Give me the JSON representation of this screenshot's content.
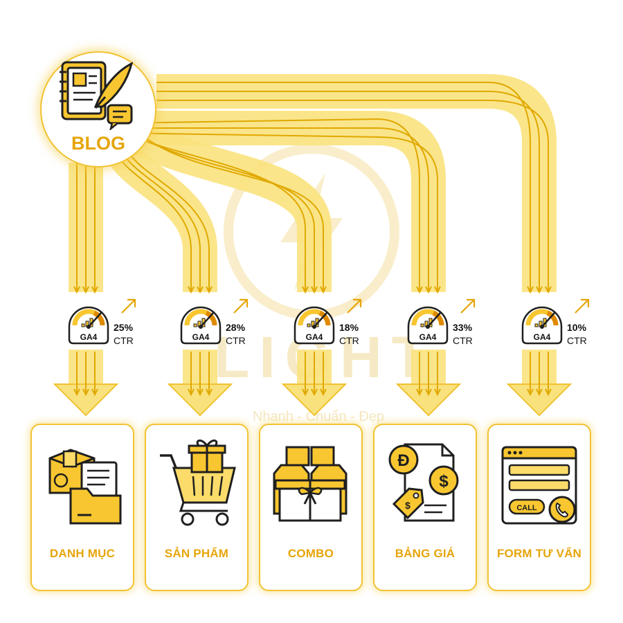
{
  "source": {
    "label": "BLOG",
    "icon": "blog-notebook-quill-icon"
  },
  "metrics": [
    {
      "badge": "GA4",
      "percent": "25%",
      "metric_label": "CTR",
      "icon": "ga4-gauge-icon"
    },
    {
      "badge": "GA4",
      "percent": "28%",
      "metric_label": "CTR",
      "icon": "ga4-gauge-icon"
    },
    {
      "badge": "GA4",
      "percent": "18%",
      "metric_label": "CTR",
      "icon": "ga4-gauge-icon"
    },
    {
      "badge": "GA4",
      "percent": "33%",
      "metric_label": "CTR",
      "icon": "ga4-gauge-icon"
    },
    {
      "badge": "GA4",
      "percent": "10%",
      "metric_label": "CTR",
      "icon": "ga4-gauge-icon"
    }
  ],
  "targets": [
    {
      "label": "DANH MỤC",
      "icon": "category-box-folder-icon"
    },
    {
      "label": "SẢN PHẨM",
      "icon": "shopping-cart-gift-icon"
    },
    {
      "label": "COMBO",
      "icon": "combo-gift-box-icon"
    },
    {
      "label": "BẢNG GIÁ",
      "icon": "price-list-coins-icon"
    },
    {
      "label": "FORM TƯ VẤN",
      "icon": "consultation-form-call-icon"
    }
  ],
  "watermark": {
    "brand": "LIGHT",
    "tagline": "Nhanh - Chuẩn - Đẹp"
  },
  "colors": {
    "accent": "#e6a509",
    "flow": "#f9e27d",
    "flow_line": "#e0a800",
    "border": "#f1c232",
    "icon_yellow": "#f8c630",
    "icon_dark": "#1f1f1f"
  }
}
